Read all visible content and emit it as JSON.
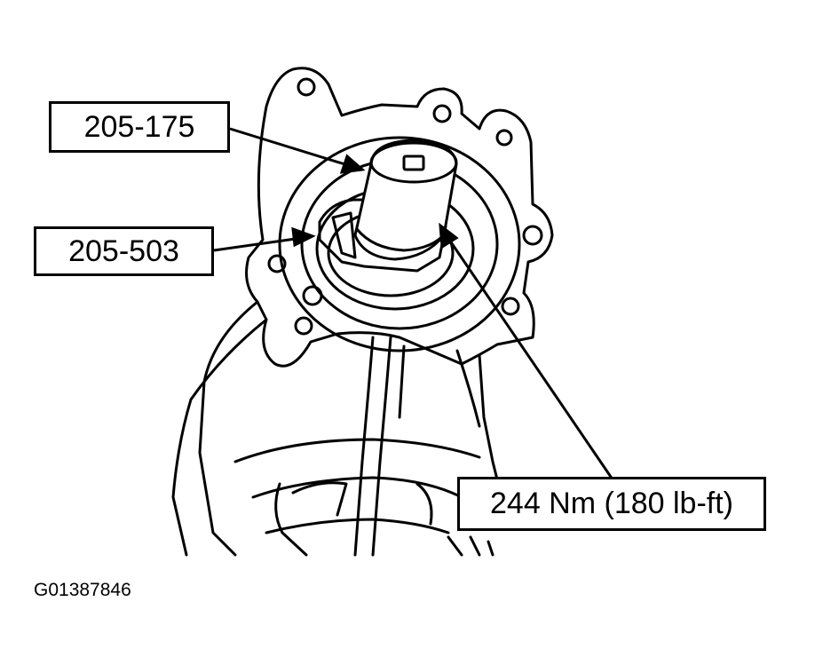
{
  "callouts": {
    "tool_1": "205-175",
    "tool_2": "205-503",
    "torque": "244 Nm (180 lb-ft)"
  },
  "figure_id": "G01387846",
  "colors": {
    "line": "#000000",
    "background": "#ffffff"
  }
}
